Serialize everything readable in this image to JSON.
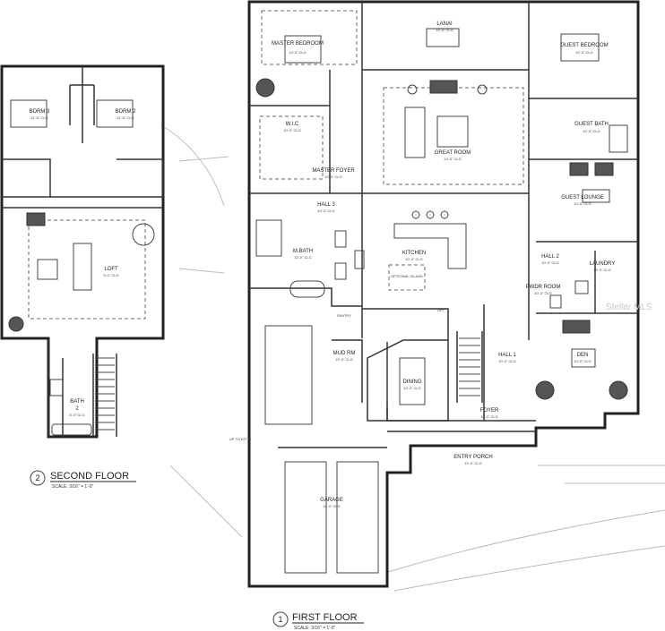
{
  "second_floor": {
    "title": "SECOND FLOOR",
    "scale": "SCALE: 3/16\" = 1'-0\"",
    "number": "2",
    "rooms": {
      "bdrm3": {
        "name": "BDRM 3",
        "dim": "11'-6\" CLG"
      },
      "bdrm2": {
        "name": "BDRM 2",
        "dim": "11'-6\" CLG"
      },
      "loft": {
        "name": "LOFT",
        "dim": "9'-0\" CLG"
      },
      "bath2": {
        "name": "BATH",
        "num": "2",
        "dim": "8'-0\" CLG"
      }
    }
  },
  "first_floor": {
    "title": "FIRST FLOOR",
    "scale": "SCALE: 3/16\" = 1'-0\"",
    "number": "1",
    "rooms": {
      "master_bedroom": {
        "name": "MASTER BEDROOM",
        "dim": "14'-0\" CLG"
      },
      "lanai": {
        "name": "LANAI",
        "dim": "10'-0\" CLG"
      },
      "guest_bedroom": {
        "name": "GUEST BEDROOM",
        "dim": "10'-0\" CLG"
      },
      "wic": {
        "name": "W.I.C",
        "dim": "10'-0\" CLG"
      },
      "great_room": {
        "name": "GREAT ROOM",
        "dim": "14'-0\" CLG"
      },
      "guest_bath": {
        "name": "GUEST BATH",
        "dim": "10'-0\" CLG"
      },
      "master_foyer": {
        "name": "MASTER FOYER",
        "dim": "10'-0\" CLG"
      },
      "hall3": {
        "name": "HALL 3",
        "dim": "10'-0\" CLG"
      },
      "guest_lounge": {
        "name": "GUEST LOUNGE",
        "dim": "10'-0\" CLG"
      },
      "mbath": {
        "name": "M.BATH",
        "dim": "10'-0\" CLG"
      },
      "kitchen": {
        "name": "KITCHEN",
        "dim": "10'-0\" CLG"
      },
      "optional_island": {
        "name": "OPTIONAL ISLAND"
      },
      "hall2": {
        "name": "HALL 2",
        "dim": "10'-0\" CLG"
      },
      "laundry": {
        "name": "LAUNDRY",
        "dim": "10'-0\" CLG"
      },
      "pwdr_room": {
        "name": "PWDR ROOM",
        "dim": "10'-0\" CLG"
      },
      "pantry": {
        "name": "PANTRY"
      },
      "mud_rm": {
        "name": "MUD RM",
        "dim": "10'-0\" CLG"
      },
      "hall1": {
        "name": "HALL 1",
        "dim": "10'-0\" CLG"
      },
      "den": {
        "name": "DEN",
        "dim": "10'-0\" CLG"
      },
      "dining": {
        "name": "DINING",
        "dim": "10'-0\" CLG"
      },
      "foyer": {
        "name": "FOYER",
        "dim": "10'-0\" CLG"
      },
      "entry_porch": {
        "name": "ENTRY PORCH",
        "dim": "10'-0\" CLG"
      },
      "garage": {
        "name": "GARAGE",
        "dim": "10'-0\" CLG"
      }
    },
    "notes": {
      "attic": "UP TO ATTIC",
      "opt": "OPT"
    }
  },
  "watermark": "Stellar MLS"
}
